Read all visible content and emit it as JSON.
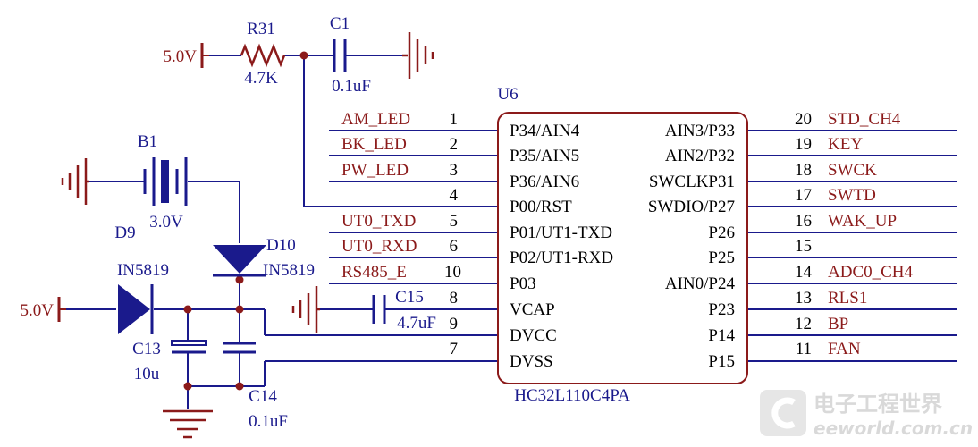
{
  "power": {
    "left_top": "5.0V",
    "left_mid": "5.0V"
  },
  "components": {
    "r31": {
      "ref": "R31",
      "value": "4.7K"
    },
    "c1": {
      "ref": "C1",
      "value": "0.1uF"
    },
    "b1": {
      "ref": "B1",
      "value": "3.0V"
    },
    "d9": {
      "ref": "D9",
      "value": "IN5819"
    },
    "d10": {
      "ref": "D10",
      "value": "IN5819"
    },
    "c13": {
      "ref": "C13",
      "value": "10u"
    },
    "c14": {
      "ref": "C14",
      "value": "0.1uF"
    },
    "c15": {
      "ref": "C15",
      "value": "4.7uF"
    }
  },
  "chip": {
    "ref": "U6",
    "part": "HC32L110C4PA"
  },
  "left_pins": [
    {
      "net": "AM_LED",
      "num": "1",
      "name": "P34/AIN4"
    },
    {
      "net": "BK_LED",
      "num": "2",
      "name": "P35/AIN5"
    },
    {
      "net": "PW_LED",
      "num": "3",
      "name": "P36/AIN6"
    },
    {
      "net": "",
      "num": "4",
      "name": "P00/RST"
    },
    {
      "net": "UT0_TXD",
      "num": "5",
      "name": "P01/UT1-TXD"
    },
    {
      "net": "UT0_RXD",
      "num": "6",
      "name": "P02/UT1-RXD"
    },
    {
      "net": "RS485_E",
      "num": "10",
      "name": "P03"
    },
    {
      "net": "",
      "num": "8",
      "name": "VCAP"
    },
    {
      "net": "",
      "num": "9",
      "name": "DVCC"
    },
    {
      "net": "",
      "num": "7",
      "name": "DVSS"
    }
  ],
  "right_pins": [
    {
      "name": "AIN3/P33",
      "num": "20",
      "net": "STD_CH4"
    },
    {
      "name": "AIN2/P32",
      "num": "19",
      "net": "KEY"
    },
    {
      "name": "SWCLKP31",
      "num": "18",
      "net": "SWCK"
    },
    {
      "name": "SWDIO/P27",
      "num": "17",
      "net": "SWTD"
    },
    {
      "name": "P26",
      "num": "16",
      "net": "WAK_UP"
    },
    {
      "name": "P25",
      "num": "15",
      "net": ""
    },
    {
      "name": "AIN0/P24",
      "num": "14",
      "net": "ADC0_CH4"
    },
    {
      "name": "P23",
      "num": "13",
      "net": "RLS1"
    },
    {
      "name": "P14",
      "num": "12",
      "net": "BP"
    },
    {
      "name": "P15",
      "num": "11",
      "net": "FAN"
    }
  ],
  "watermark": {
    "cn": "电子工程世界",
    "en": "eeworld.com.cn"
  },
  "colors": {
    "wire": "#1a1a8c",
    "power": "#8b1a1a",
    "junction": "#8b1a1a",
    "text_black": "#000000"
  }
}
